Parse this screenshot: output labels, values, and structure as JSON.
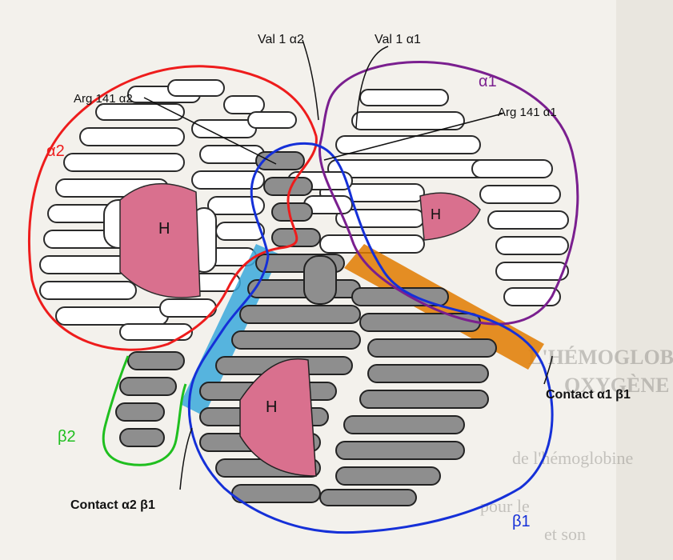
{
  "labels": {
    "val1_a2": "Val 1 α2",
    "val1_a1": "Val 1 α1",
    "arg141_a2": "Arg 141 α2",
    "arg141_a1": "Arg 141 α1",
    "alpha2": "α2",
    "alpha1": "α1",
    "beta2": "β2",
    "beta1": "β1",
    "heme": "H",
    "contact_a1b1": "Contact α1 β1",
    "contact_a2b1": "Contact α2 β1"
  },
  "background_text": [
    "L'HÉMOGLOBINE POUR LE",
    "OXYGÈNE",
    "de l'hémoglobine",
    "pour le",
    "et son"
  ],
  "colors": {
    "alpha2_outline": "#ee1c1c",
    "alpha1_outline": "#7a1f8f",
    "beta2_outline": "#1fbf1f",
    "beta1_outline": "#1530d8",
    "contact_a1b1_band": "#e07b00",
    "contact_a2b1_band": "#3aa9dc",
    "heme_fill": "#d9708e",
    "alpha_chain": "#ffffff",
    "beta_chain": "#8e8e8e"
  }
}
